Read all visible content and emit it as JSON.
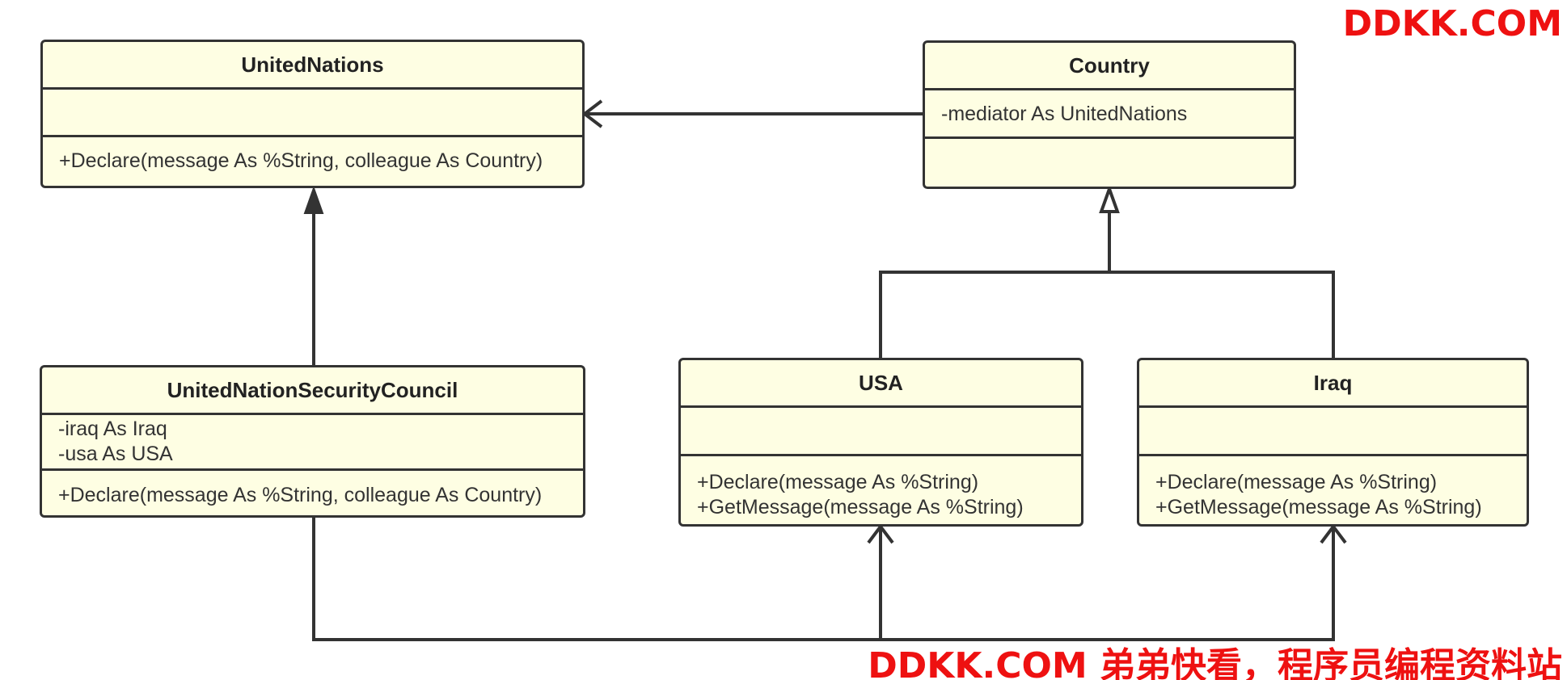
{
  "classes": {
    "united_nations": {
      "name": "UnitedNations",
      "attributes": [],
      "methods": [
        "+Declare(message As %String, colleague As Country)"
      ]
    },
    "country": {
      "name": "Country",
      "attributes": [
        "-mediator As UnitedNations"
      ],
      "methods": []
    },
    "security_council": {
      "name": "UnitedNationSecurityCouncil",
      "attributes": [
        "-iraq As Iraq",
        "-usa As USA"
      ],
      "methods": [
        "+Declare(message As %String, colleague As Country)"
      ]
    },
    "usa": {
      "name": "USA",
      "attributes": [],
      "methods": [
        "+Declare(message As %String)",
        "+GetMessage(message As %String)"
      ]
    },
    "iraq": {
      "name": "Iraq",
      "attributes": [],
      "methods": [
        "+Declare(message As %String)",
        "+GetMessage(message As %String)"
      ]
    }
  },
  "relations": [
    {
      "from": "Country",
      "to": "UnitedNations",
      "kind": "association"
    },
    {
      "from": "UnitedNationSecurityCouncil",
      "to": "UnitedNations",
      "kind": "inheritance"
    },
    {
      "from": "USA",
      "to": "Country",
      "kind": "inheritance"
    },
    {
      "from": "Iraq",
      "to": "Country",
      "kind": "inheritance"
    },
    {
      "from": "UnitedNationSecurityCouncil",
      "to": "USA",
      "kind": "association"
    },
    {
      "from": "UnitedNationSecurityCouncil",
      "to": "Iraq",
      "kind": "association"
    }
  ],
  "watermark": {
    "top": "DDKK.COM",
    "bottom": "DDKK.COM 弟弟快看，程序员编程资料站"
  },
  "colors": {
    "class_fill": "#fefee3",
    "line": "#333333",
    "watermark": "#ee1111"
  }
}
